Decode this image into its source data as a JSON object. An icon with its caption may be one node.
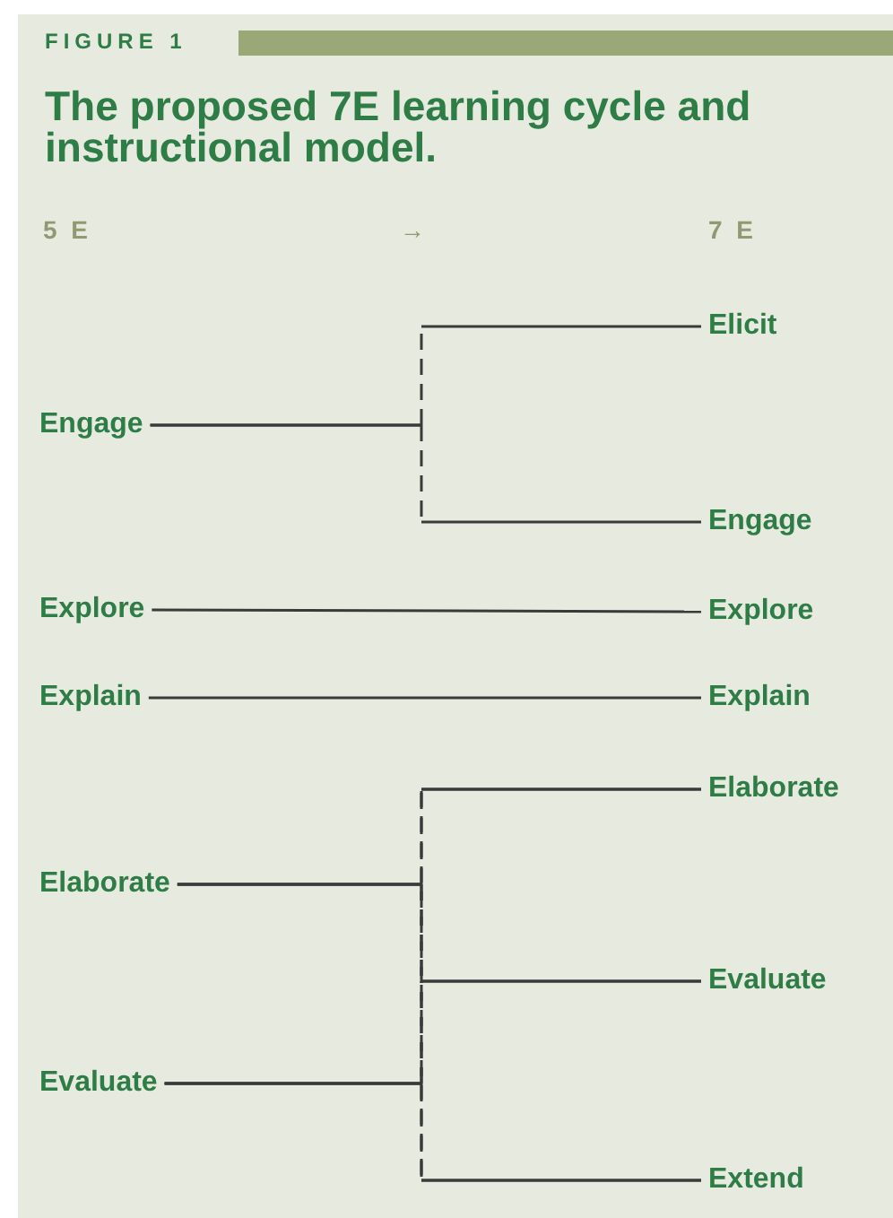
{
  "diagram": {
    "title": "The proposed 7E learning cycle and instructional model.",
    "nodes": [
      {
        "text": [
          "Engage"
        ]
      },
      {
        "text": [
          "Explore"
        ]
      },
      {
        "text": [
          "Explain"
        ]
      },
      {
        "text": [
          "Elaborate"
        ]
      },
      {
        "text": [
          "Evaluate"
        ]
      },
      {
        "text": [
          "Elicit"
        ]
      },
      {
        "text": [
          "Engage"
        ]
      },
      {
        "text": [
          "Explore"
        ]
      },
      {
        "text": [
          "Explain"
        ]
      },
      {
        "text": [
          "Elaborate"
        ]
      },
      {
        "text": [
          "Evaluate"
        ]
      },
      {
        "text": [
          "Extend"
        ]
      }
    ],
    "edges": [
      {
        "from": 0,
        "to": 5,
        "arrow": "none",
        "style": "dashed"
      },
      {
        "from": 0,
        "to": 6,
        "arrow": "none",
        "style": "dashed"
      },
      {
        "from": 1,
        "to": 7,
        "arrow": "none"
      },
      {
        "from": 2,
        "to": 8,
        "arrow": "none"
      },
      {
        "from": 3,
        "to": 9,
        "arrow": "none",
        "style": "dashed"
      },
      {
        "from": 3,
        "to": 10,
        "arrow": "none",
        "style": "dashed"
      },
      {
        "from": 3,
        "to": 11,
        "arrow": "none",
        "style": "dashed"
      },
      {
        "from": 4,
        "to": 9,
        "arrow": "none",
        "style": "dashed"
      },
      {
        "from": 4,
        "to": 10,
        "arrow": "none",
        "style": "dashed"
      },
      {
        "from": 4,
        "to": 11,
        "arrow": "none",
        "style": "dashed"
      }
    ],
    "labels": [
      "FIGURE 1",
      "5 E",
      "→",
      "7 E"
    ]
  }
}
